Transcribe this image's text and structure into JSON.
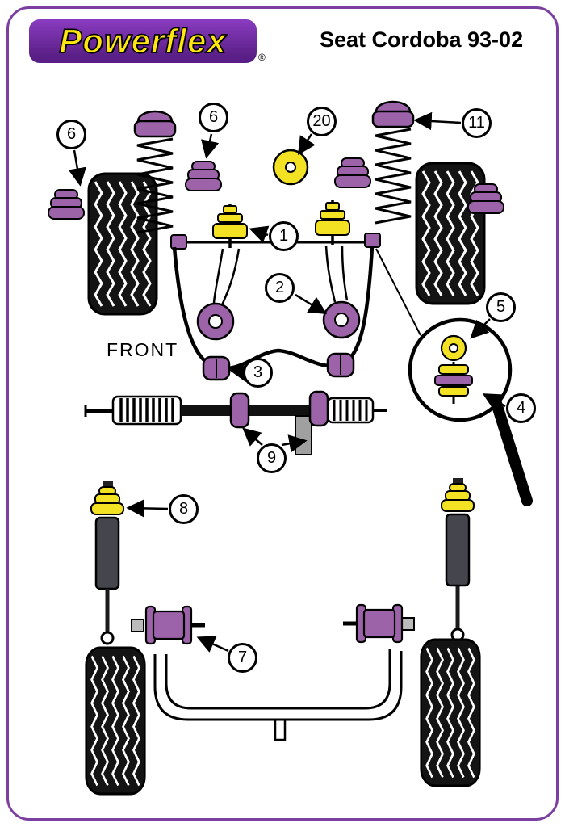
{
  "header": {
    "logo_text": "Powerflex",
    "reg_mark": "®",
    "vehicle_title": "Seat Cordoba 93-02"
  },
  "diagram": {
    "front_label": "FRONT"
  },
  "callouts": [
    {
      "label": "6"
    },
    {
      "label": "6"
    },
    {
      "label": "20"
    },
    {
      "label": "11"
    },
    {
      "label": "1"
    },
    {
      "label": "2"
    },
    {
      "label": "5"
    },
    {
      "label": "3"
    },
    {
      "label": "4"
    },
    {
      "label": "9"
    },
    {
      "label": "8"
    },
    {
      "label": "7"
    }
  ],
  "colors": {
    "powerflex_purple": "#9c63a8",
    "highlight_yellow": "#f3e224",
    "logo_purple": "#6b2a9a",
    "border_purple": "#7b3fa0"
  }
}
